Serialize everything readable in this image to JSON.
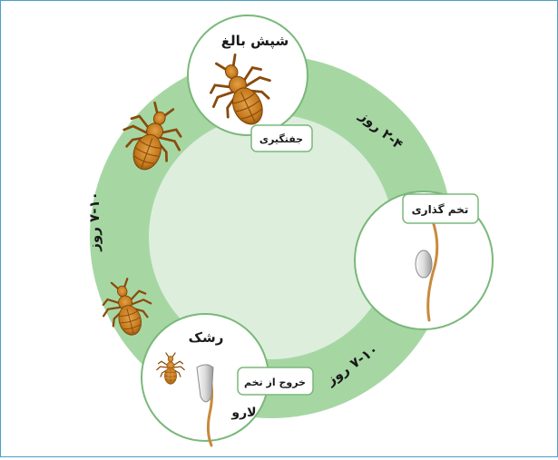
{
  "stages": {
    "adult": {
      "title": "شپش بالغ",
      "tag": "جفتگیری"
    },
    "egg_laying": {
      "tag": "تخم گذاری"
    },
    "nymph": {
      "title": "رشک",
      "tag": "خروج از تخم",
      "sub": "لارو"
    }
  },
  "durations": {
    "adult_to_egg": "۲-۴ روز",
    "egg_hatch": "۷-۱۰ روز",
    "nymph_to_adult": "۷-۱۰ روز"
  },
  "colors": {
    "ring": "#a6d7a3",
    "inner": "#ddeedd",
    "frame": "#4a9fc9",
    "louse_body": "#c47a1c",
    "louse_dark": "#8a4a0c",
    "hair": "#c98a3c"
  }
}
